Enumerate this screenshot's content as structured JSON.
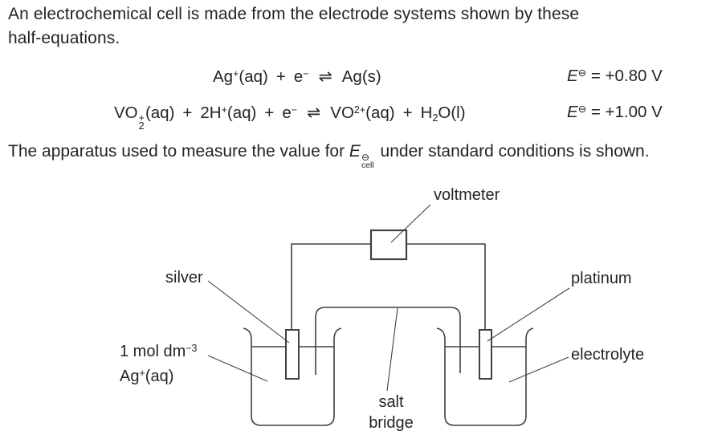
{
  "colors": {
    "ink": "#272325",
    "line": "#414043",
    "bg": "#ffffff"
  },
  "intro": {
    "line1": "An electrochemical cell is made from the electrode systems shown by these",
    "line2": "half-equations."
  },
  "equation1": {
    "reactant1": "Ag",
    "reactant1_sup": "+",
    "reactant1_state": "(aq)",
    "plus1": "+",
    "electron": "e",
    "electron_sup": "−",
    "equilibrium_arrow": "⇌",
    "product": "Ag(s)",
    "e_symbol": "E",
    "e_sup": "⊖",
    "e_value": "= +0.80 V"
  },
  "equation2": {
    "reactant1": "VO",
    "reactant1_sup": "+",
    "reactant1_sub": "2",
    "reactant1_state": "(aq)",
    "plus1": "+",
    "reactant2": "2H",
    "reactant2_sup": "+",
    "reactant2_state": "(aq)",
    "plus2": "+",
    "electron": "e",
    "electron_sup": "−",
    "equilibrium_arrow": "⇌",
    "product1": "VO",
    "product1_sup": "2+",
    "product1_state": "(aq)",
    "plus3": "+",
    "product2": "H",
    "product2_sub": "2",
    "product2_rest": "O(l)",
    "e_symbol": "E",
    "e_sup": "⊖",
    "e_value": "= +1.00 V"
  },
  "apparatus_sentence": {
    "before": "The apparatus used to measure the value for ",
    "e_symbol": "E",
    "e_sup": "⊖",
    "e_sub": "cell",
    "after": " under standard conditions is shown."
  },
  "diagram": {
    "voltmeter_label": "voltmeter",
    "silver_label": "silver",
    "platinum_label": "platinum",
    "solution_label_line1": "1 mol dm",
    "solution_label_line1_sup": "−3",
    "solution_label_line2": "Ag",
    "solution_label_line2_sup": "+",
    "solution_label_line2_rest": "(aq)",
    "electrolyte_label": "electrolyte",
    "salt_bridge_label_line1": "salt",
    "salt_bridge_label_line2": "bridge"
  }
}
